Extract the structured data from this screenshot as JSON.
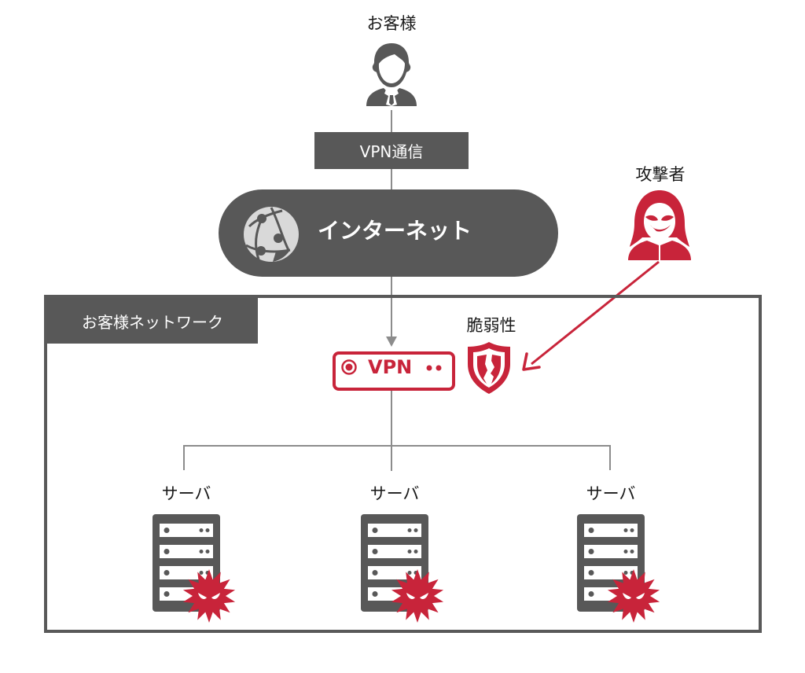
{
  "customer": {
    "label": "お客様",
    "icon": "businessman-icon"
  },
  "vpn_communication": {
    "label": "VPN通信"
  },
  "internet": {
    "label": "インターネット",
    "icon": "globe-network-icon"
  },
  "attacker": {
    "label": "攻撃者",
    "icon": "hooded-hacker-icon"
  },
  "customer_network": {
    "label": "お客様ネットワーク"
  },
  "vpn_device": {
    "label": "VPN",
    "icon": "vpn-appliance-icon"
  },
  "vulnerability": {
    "label": "脆弱性",
    "icon": "cracked-shield-icon"
  },
  "servers": [
    {
      "label": "サーバ",
      "icon": "server-rack-icon",
      "badge": "malware-virus-icon"
    },
    {
      "label": "サーバ",
      "icon": "server-rack-icon",
      "badge": "malware-virus-icon"
    },
    {
      "label": "サーバ",
      "icon": "server-rack-icon",
      "badge": "malware-virus-icon"
    }
  ],
  "colors": {
    "dark_gray": "#585858",
    "line_gray": "#8c8c8c",
    "attack_red": "#c8243a",
    "globe_fill": "#d9d9d9"
  }
}
